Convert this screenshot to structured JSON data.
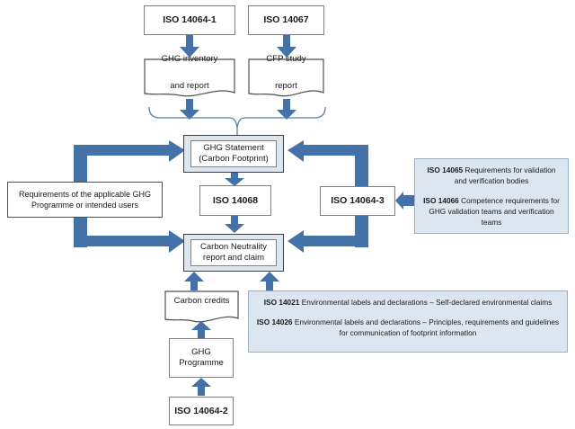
{
  "diagram": {
    "title": "ISO carbon footprint and carbon neutrality standards relationship",
    "accent_color": "#4472a8",
    "panel_fill": "#dce6f1",
    "box_border": "#808080"
  },
  "nodes": {
    "iso_14064_1": {
      "label": "ISO 14064-1"
    },
    "iso_14067": {
      "label": "ISO 14067"
    },
    "ghg_inventory": {
      "line1": "GHG inventory",
      "line2": "and report"
    },
    "cfp_study": {
      "line1": "CFP study",
      "line2": "report"
    },
    "ghg_statement": {
      "line1": "GHG Statement",
      "line2": "(Carbon Footprint)"
    },
    "iso_14068": {
      "label": "ISO 14068"
    },
    "iso_14064_3": {
      "label": "ISO 14064-3"
    },
    "carbon_neutrality": {
      "line1": "Carbon Neutrality",
      "line2": "report and claim"
    },
    "carbon_credits": {
      "label": "Carbon credits"
    },
    "ghg_programme": {
      "line1": "GHG",
      "line2": "Programme"
    },
    "iso_14064_2": {
      "label": "ISO 14064-2"
    },
    "requirements_note": {
      "line1": "Requirements of the applicable GHG",
      "line2": "Programme or intended users"
    }
  },
  "panels": {
    "validation": {
      "entries": [
        {
          "code": "ISO 14065",
          "text": " Requirements for validation and verification bodies"
        },
        {
          "code": "ISO 14066",
          "text": " Competence requirements for GHG validation teams and verification teams"
        }
      ]
    },
    "labels_declarations": {
      "entries": [
        {
          "code": "ISO 14021",
          "text": " Environmental labels and declarations – Self-declared environmental claims"
        },
        {
          "code": "ISO 14026",
          "text": " Environmental labels and declarations – Principles, requirements and guidelines for communication of footprint information"
        }
      ]
    }
  }
}
